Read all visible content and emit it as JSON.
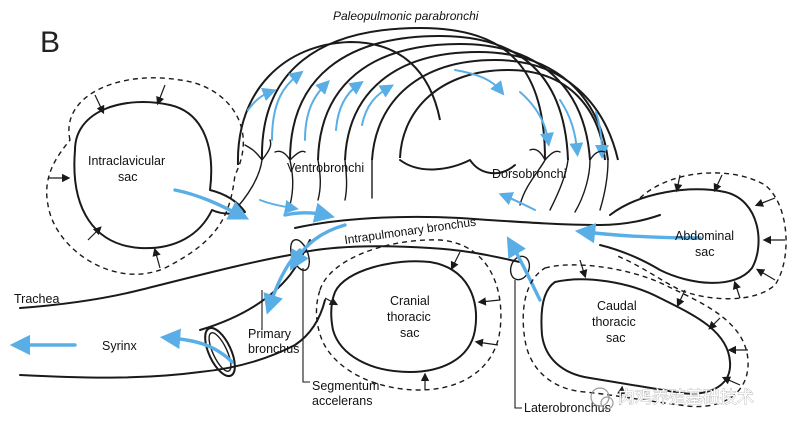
{
  "panel_letter": "B",
  "labels": {
    "paleopulmonic_parabronchi": "Paleopulmonic parabronchi",
    "intraclavicular_sac_line1": "Intraclavicular",
    "intraclavicular_sac_line2": "sac",
    "ventrobronchi": "Ventrobronchi",
    "dorsobronchi": "Dorsobronchi",
    "abdominal_sac_line1": "Abdominal",
    "abdominal_sac_line2": "sac",
    "intrapulmonary_bronchus": "Intrapulmonary bronchus",
    "trachea": "Trachea",
    "syrinx": "Syrinx",
    "primary_bronchus_line1": "Primary",
    "primary_bronchus_line2": "bronchus",
    "cranial_thoracic_sac_line1": "Cranial",
    "cranial_thoracic_sac_line2": "thoracic",
    "cranial_thoracic_sac_line3": "sac",
    "caudal_thoracic_sac_line1": "Caudal",
    "caudal_thoracic_sac_line2": "thoracic",
    "caudal_thoracic_sac_line3": "sac",
    "segmentum_accelerans_line1": "Segmentum",
    "segmentum_accelerans_line2": "accelerans",
    "laterobronchus": "Laterobronchus"
  },
  "watermark": "肉鸡养殖基础技术",
  "colors": {
    "airflow": "#5aaee6",
    "outline": "#1a1a1a",
    "background": "#ffffff"
  }
}
